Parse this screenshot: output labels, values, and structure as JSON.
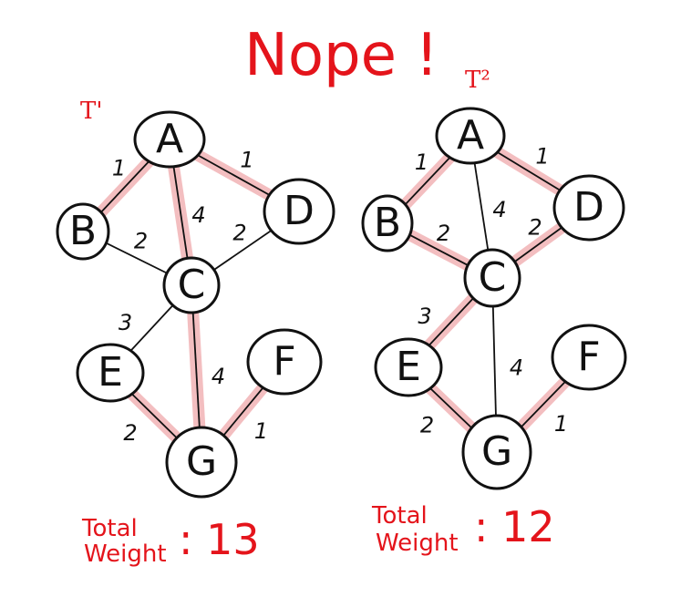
{
  "title": "Nope !",
  "colors": {
    "highlight": "#f2b8ba",
    "ink": "#111111",
    "accent": "#e4141b"
  },
  "trees": [
    {
      "label": "T'",
      "total_label_line1": "Total",
      "total_label_line2": "Weight",
      "total_value": ": 13",
      "nodes": [
        "A",
        "B",
        "C",
        "D",
        "E",
        "F",
        "G"
      ],
      "edges": [
        {
          "from": "A",
          "to": "B",
          "weight": "1",
          "in_tree": true
        },
        {
          "from": "A",
          "to": "D",
          "weight": "1",
          "in_tree": true
        },
        {
          "from": "A",
          "to": "C",
          "weight": "4",
          "in_tree": true
        },
        {
          "from": "B",
          "to": "C",
          "weight": "2",
          "in_tree": false
        },
        {
          "from": "D",
          "to": "C",
          "weight": "2",
          "in_tree": false
        },
        {
          "from": "C",
          "to": "E",
          "weight": "3",
          "in_tree": false
        },
        {
          "from": "C",
          "to": "G",
          "weight": "4",
          "in_tree": true
        },
        {
          "from": "E",
          "to": "G",
          "weight": "2",
          "in_tree": true
        },
        {
          "from": "G",
          "to": "F",
          "weight": "1",
          "in_tree": true
        }
      ]
    },
    {
      "label": "T²",
      "total_label_line1": "Total",
      "total_label_line2": "Weight",
      "total_value": ": 12",
      "nodes": [
        "A",
        "B",
        "C",
        "D",
        "E",
        "F",
        "G"
      ],
      "edges": [
        {
          "from": "A",
          "to": "B",
          "weight": "1",
          "in_tree": true
        },
        {
          "from": "A",
          "to": "D",
          "weight": "1",
          "in_tree": true
        },
        {
          "from": "A",
          "to": "C",
          "weight": "4",
          "in_tree": false
        },
        {
          "from": "B",
          "to": "C",
          "weight": "2",
          "in_tree": true
        },
        {
          "from": "D",
          "to": "C",
          "weight": "2",
          "in_tree": true
        },
        {
          "from": "C",
          "to": "E",
          "weight": "3",
          "in_tree": true
        },
        {
          "from": "C",
          "to": "G",
          "weight": "4",
          "in_tree": false
        },
        {
          "from": "E",
          "to": "G",
          "weight": "2",
          "in_tree": true
        },
        {
          "from": "G",
          "to": "F",
          "weight": "1",
          "in_tree": true
        }
      ]
    }
  ]
}
